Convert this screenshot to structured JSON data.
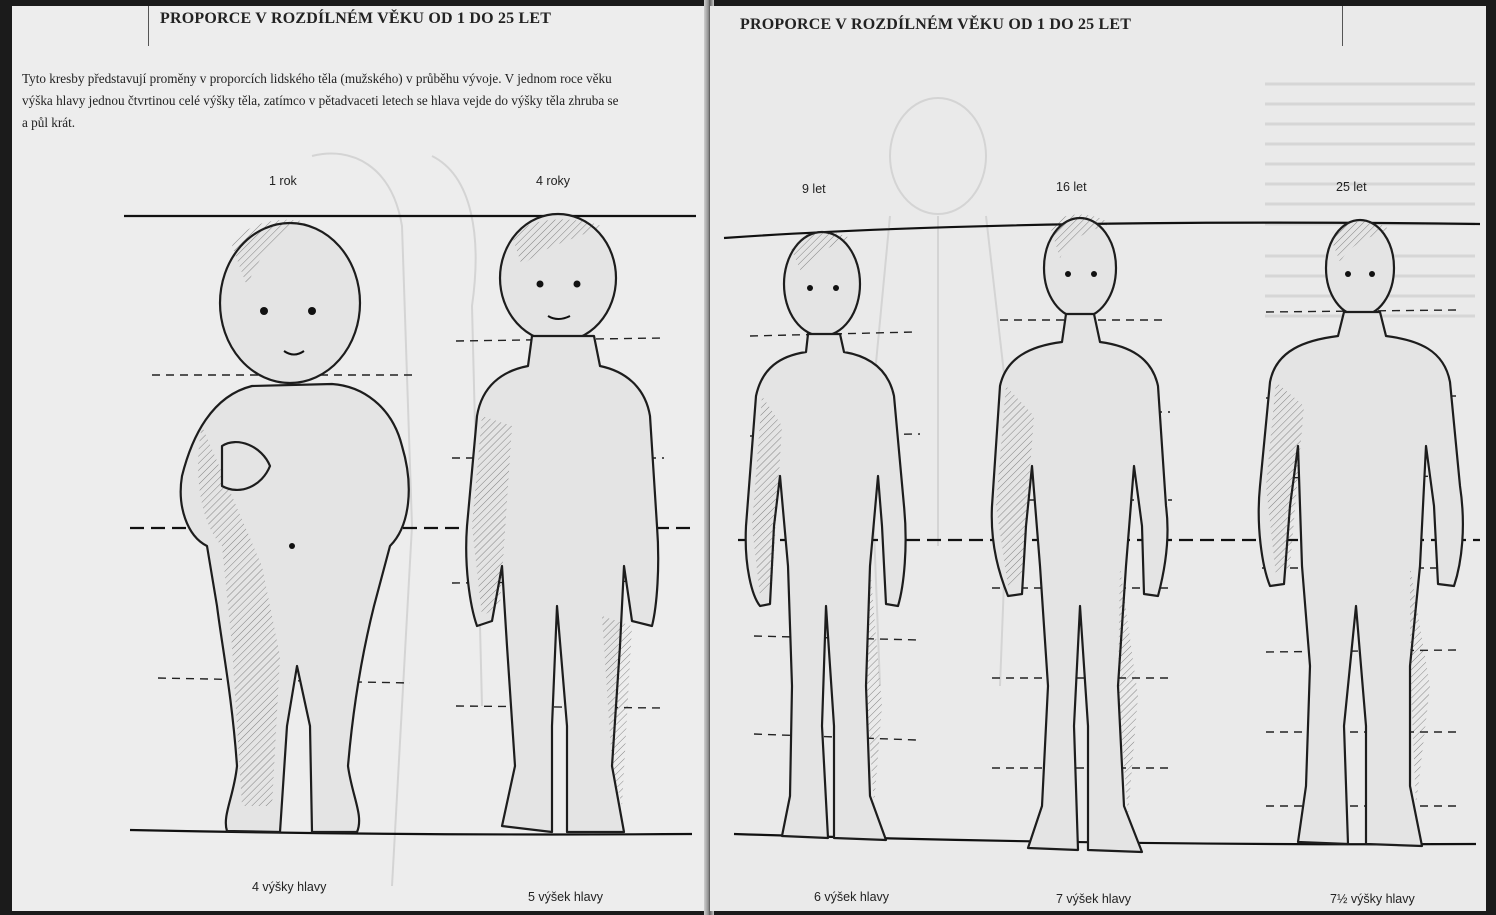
{
  "left_page": {
    "title": "PROPORCE V ROZDÍLNÉM VĚKU OD 1 DO 25 LET",
    "intro_lines": [
      "Tyto kresby představují proměny v proporcích lidského těla (mužského) v průběhu vývoje. V jednom roce věku",
      "výška hlavy jednou čtvrtinou celé výšky těla, zatímco v pětadvaceti letech se hlava vejde do výšky těla zhruba se",
      "a půl krát."
    ],
    "figures": [
      {
        "age": "1 rok",
        "caption": "4 výšky hlavy"
      },
      {
        "age": "4 roky",
        "caption": "5 výšek hlavy"
      }
    ]
  },
  "right_page": {
    "title": "PROPORCE V ROZDÍLNÉM VĚKU OD 1 DO 25 LET",
    "figures": [
      {
        "age": "9 let",
        "caption": "6 výšek hlavy"
      },
      {
        "age": "16 let",
        "caption": "7 výšek hlavy"
      },
      {
        "age": "25 let",
        "caption": "7½ výšky hlavy"
      }
    ]
  },
  "icons": [
    "figure-1-year-drawing",
    "figure-4-years-drawing",
    "figure-9-years-drawing",
    "figure-16-years-drawing",
    "figure-25-years-drawing"
  ]
}
